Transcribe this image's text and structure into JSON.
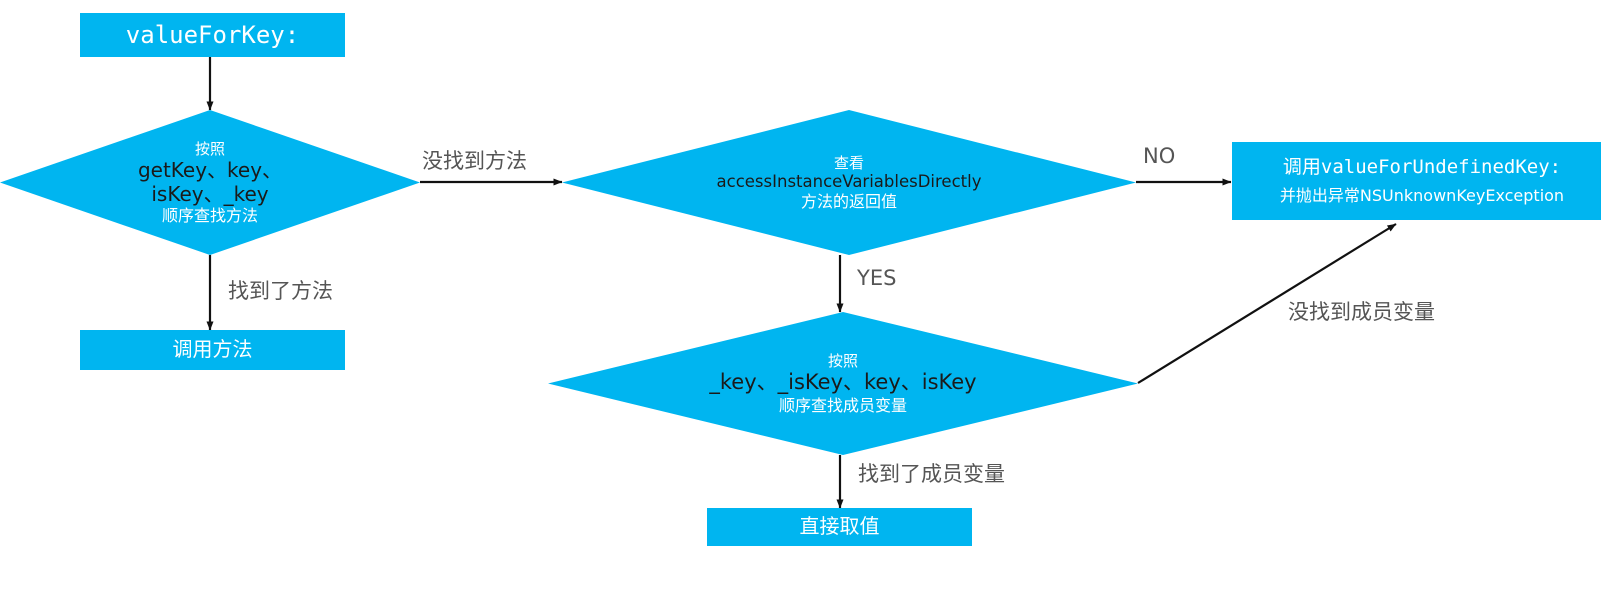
{
  "diagram": {
    "title": "KVC valueForKey: lookup flow",
    "accent_color": "#00b5f0",
    "text_white": "#ffffff",
    "text_dark": "#1a1a1a",
    "label_color": "#555555",
    "background": "#ffffff"
  },
  "nodes": {
    "start": {
      "shape": "rectangle",
      "label": "valueForKey:"
    },
    "find_method": {
      "shape": "diamond",
      "line1": "按照",
      "line2": "getKey、key、",
      "line3": "isKey、_key",
      "line4": "顺序查找方法"
    },
    "call_method": {
      "shape": "rectangle",
      "label": "调用方法"
    },
    "check_access": {
      "shape": "diamond",
      "line1": "查看",
      "line2": "accessInstanceVariablesDirectly",
      "line3": "方法的返回值"
    },
    "find_ivar": {
      "shape": "diamond",
      "line1": "按照",
      "line2": "_key、_isKey、key、isKey",
      "line3": "顺序查找成员变量"
    },
    "direct_value": {
      "shape": "rectangle",
      "label": "直接取值"
    },
    "undefined_key": {
      "shape": "rectangle",
      "line1_cn": "调用",
      "line1_en": "valueForUndefinedKey:",
      "line2_cn": "并抛出异常",
      "line2_en": "NSUnknownKeyException"
    }
  },
  "edges": {
    "start_to_find_method": {
      "label": ""
    },
    "find_method_to_check_access": {
      "label": "没找到方法"
    },
    "find_method_to_call_method": {
      "label": "找到了方法"
    },
    "check_access_to_undefined_key": {
      "label": "NO"
    },
    "check_access_to_find_ivar": {
      "label": "YES"
    },
    "find_ivar_to_direct_value": {
      "label": "找到了成员变量"
    },
    "find_ivar_to_undefined_key": {
      "label": "没找到成员变量"
    }
  }
}
